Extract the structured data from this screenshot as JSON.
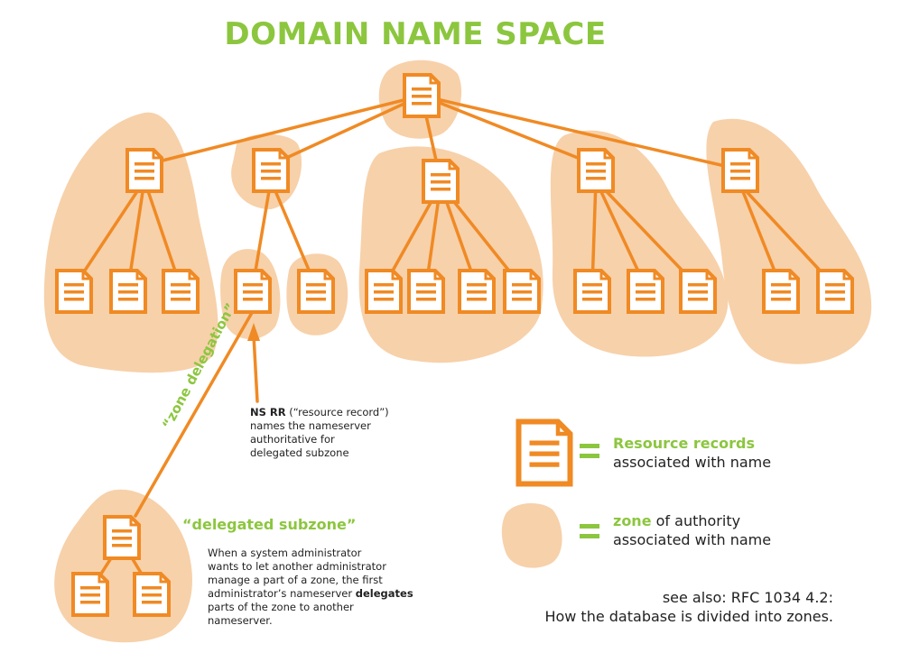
{
  "title": "DOMAIN NAME SPACE",
  "annotations": {
    "zone_delegation": "“zone delegation”",
    "ns_rr": {
      "bold": "NS RR",
      "line1_rest": " (“resource record”)",
      "line2": "names the nameserver",
      "line3": "authoritative for",
      "line4": "delegated subzone"
    },
    "delegated_subzone_title": "“delegated subzone”",
    "delegated_subzone_desc": {
      "line1": "When a system administrator",
      "line2": "wants to let another administrator",
      "line3": "manage a part of a zone, the first",
      "line4_pre": "administrator’s nameserver ",
      "line4_bold": "delegates",
      "line5": "parts of the zone to another",
      "line6": "nameserver."
    }
  },
  "legend": {
    "records_highlight": "Resource records",
    "records_rest": "associated with name",
    "zone_highlight": "zone",
    "zone_rest_1": " of authority",
    "zone_rest_2": "associated with name"
  },
  "reference": {
    "line1": "see also: RFC 1034 4.2:",
    "line2": "How the database is divided into zones."
  },
  "colors": {
    "accent_green": "#8cc63f",
    "node_orange": "#f08a24",
    "zone_fill": "#f7d1aa"
  }
}
